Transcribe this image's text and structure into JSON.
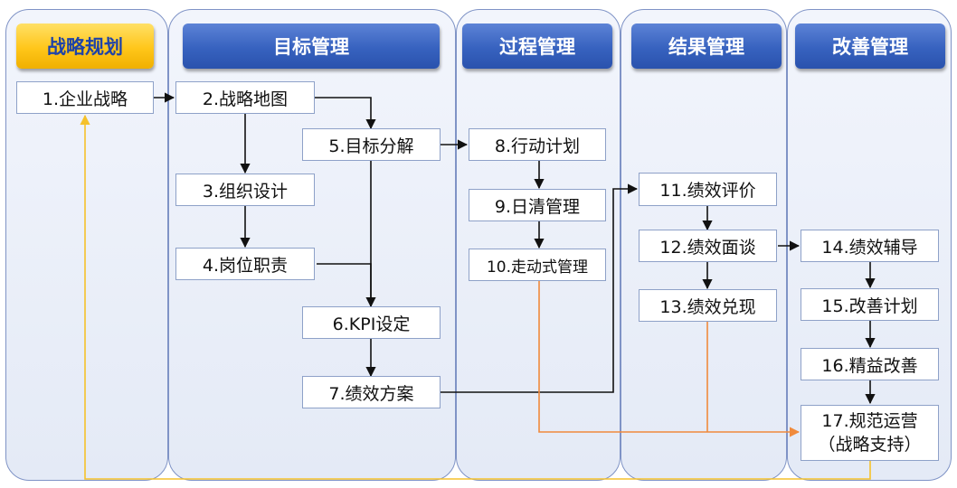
{
  "headers": {
    "strategy": "战略规划",
    "goal": "目标管理",
    "process": "过程管理",
    "result": "结果管理",
    "improve": "改善管理"
  },
  "nodes": {
    "n1": "1.企业战略",
    "n2": "2.战略地图",
    "n3": "3.组织设计",
    "n4": "4.岗位职责",
    "n5": "5.目标分解",
    "n6": "6.KPI设定",
    "n7": "7.绩效方案",
    "n8": "8.行动计划",
    "n9": "9.日清管理",
    "n10": "10.走动式管理",
    "n11": "11.绩效评价",
    "n12": "12.绩效面谈",
    "n13": "13.绩效兑现",
    "n14": "14.绩效辅导",
    "n15": "15.改善计划",
    "n16": "16.精益改善",
    "n17_line1": "17.规范运营",
    "n17_line2": "（战略支持）"
  },
  "colors": {
    "header_blue": "#3762bf",
    "header_gold": "#ffc61a",
    "lane_border": "#7f93c6",
    "arrow_black": "#111111",
    "arrow_orange": "#f08a3c",
    "arrow_yellow": "#f5c12a"
  }
}
